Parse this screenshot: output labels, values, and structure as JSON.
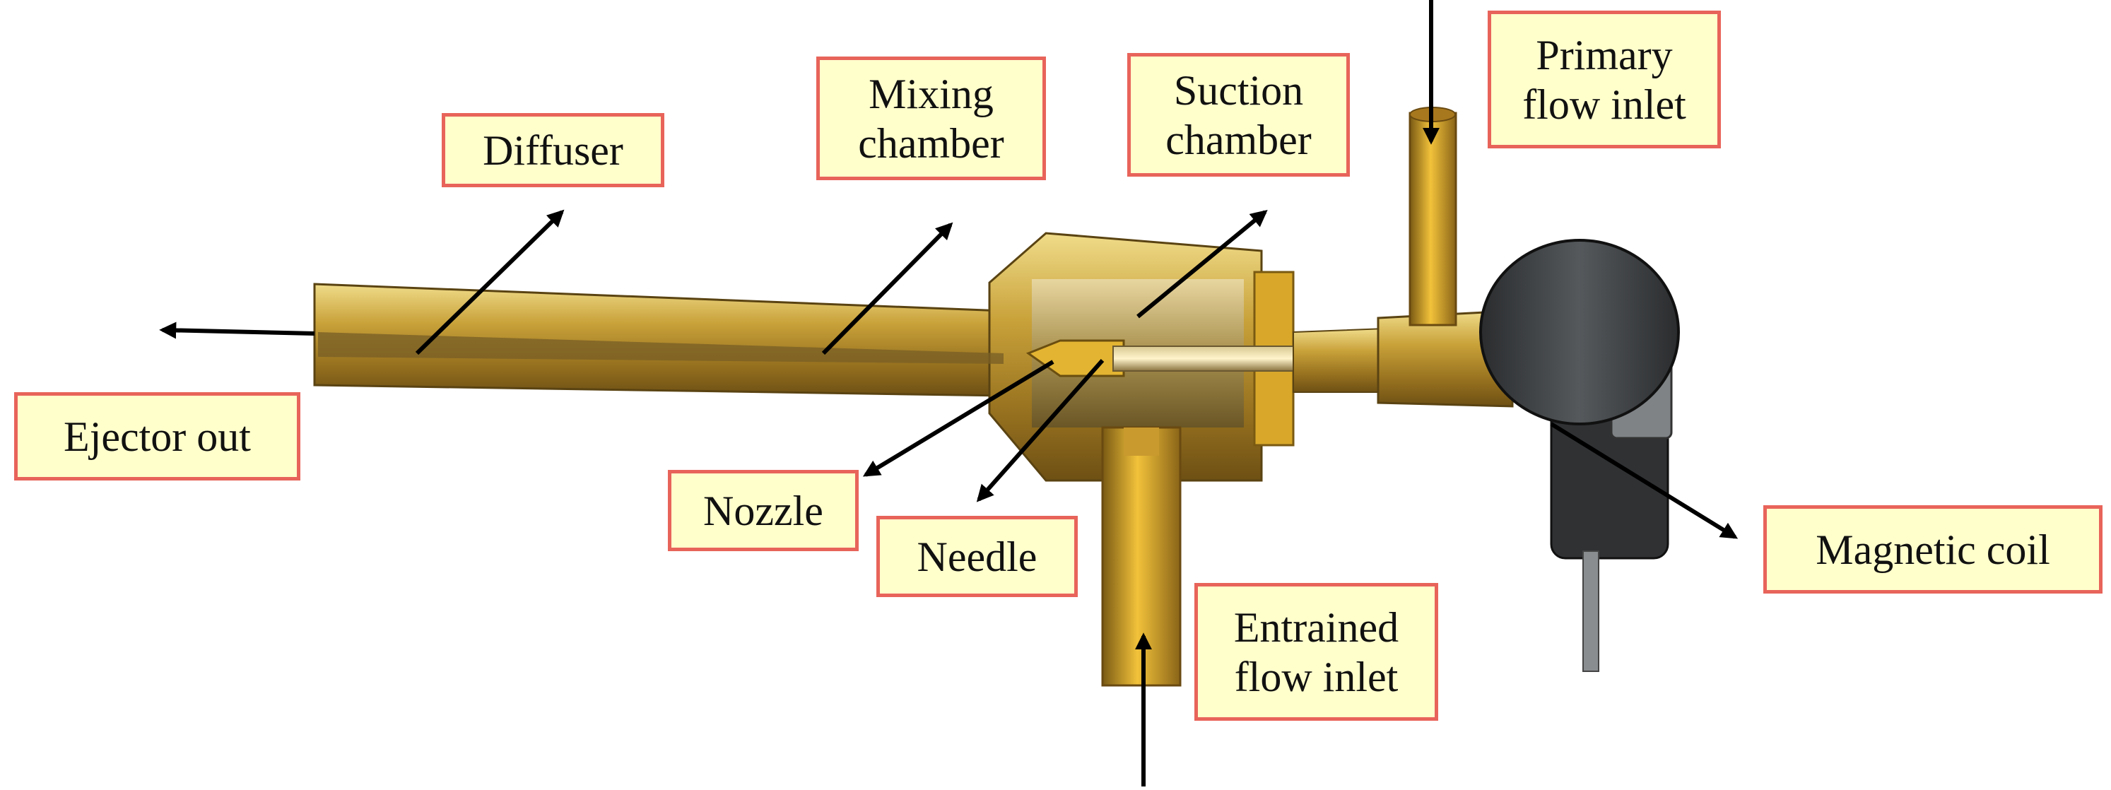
{
  "labels": {
    "diffuser": "Diffuser",
    "mixing_chamber": [
      "Mixing",
      "chamber"
    ],
    "suction_chamber": [
      "Suction",
      "chamber"
    ],
    "primary_flow_inlet": [
      "Primary",
      "flow inlet"
    ],
    "ejector_out": "Ejector out",
    "nozzle": "Nozzle",
    "needle": "Needle",
    "entrained_flow_inlet": [
      "Entrained",
      "flow inlet"
    ],
    "magnetic_coil": "Magnetic coil"
  },
  "colors": {
    "label_fill": "#ffffcc",
    "label_border": "#e8645a",
    "brass": "#c9a23a",
    "coil": "#3a3d40",
    "arrow": "#000000"
  }
}
